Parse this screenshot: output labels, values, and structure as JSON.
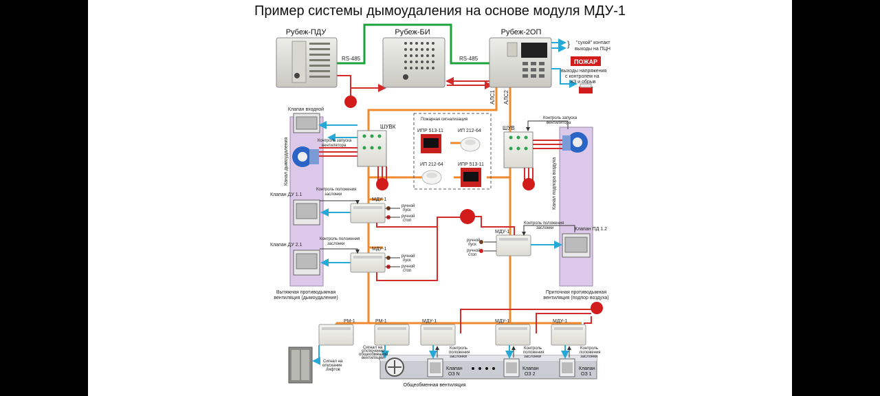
{
  "title": "Пример системы дымоудаления на основе модуля МДУ-1",
  "devices": {
    "pdu": "Рубеж-ПДУ",
    "bi": "Рубеж-БИ",
    "op": "Рубеж-2ОП",
    "rs485_left": "RS-485",
    "rs485_right": "RS-485",
    "als1": "АЛС1",
    "als2": "АЛС2",
    "dry_contact_1": "\"сухой\" контакт",
    "dry_contact_2": "выходы на ПЦН",
    "fire_badge": "ПОЖАР",
    "voltage_out_1": "выходы напряжения",
    "voltage_out_2": "с контролем на",
    "voltage_out_3": "КЗ и обрыв"
  },
  "left_column": {
    "valve_input": "Клапан входной",
    "channel": "Канал дымоудаления",
    "valve_du11": "Клапан ДУ 1.1",
    "valve_du21": "Клапан ДУ 2.1",
    "ventilation_1": "Вытяжная противодымная",
    "ventilation_2": "вентиляция (дымоудаление)"
  },
  "right_column": {
    "channel": "Канал подпора воздуха",
    "valve_pd12": "Клапан ПД 1.2",
    "ventilation_1": "Приточная противодымная",
    "ventilation_2": "вентиляция (подпор воздуха)"
  },
  "cabinets": {
    "shuvk": "ШУВК",
    "shuv": "ШУВ",
    "fan_start_1": "Контроль запуска",
    "fan_start_2": "вентилятора",
    "fan_start_r1": "Контроль запуска",
    "fan_start_r2": "вентилятора"
  },
  "alarm": {
    "title": "Пожарная сигнализация",
    "ipr1": "ИПР 513-11",
    "ip1": "ИП 212-64",
    "ip2": "ИП 212-64",
    "ipr2": "ИПР 513-11"
  },
  "modules": {
    "mdu_a": "МДУ-1",
    "mdu_b": "МДУ-1",
    "mdu_c": "МДУ-1",
    "pos_a1": "Контроль положения",
    "pos_a2": "заслонки",
    "pos_b1": "Контроль положения",
    "pos_b2": "заслонки",
    "pos_c1": "Контроль положения",
    "pos_c2": "заслонки",
    "manual_start_1": "ручной",
    "manual_start_2": "пуск",
    "manual_stop_1": "ручной",
    "manual_stop_2": "стоп"
  },
  "bottom": {
    "rm1": "РМ-1",
    "rm2": "РМ-1",
    "mdu1": "МДУ-1",
    "mdu2": "МДУ-1",
    "mdu3": "МДУ-1",
    "lift_1": "Сигнал на",
    "lift_2": "опускание",
    "lift_3": "лифтов",
    "general_off_1": "Сигнал на",
    "general_off_2": "отключение",
    "general_off_3": "общеобменной",
    "general_off_4": "вентиляции",
    "pos_1": "Контроль",
    "pos_2": "положения",
    "pos_3": "заслонки",
    "valve_ozn_1": "Клапан",
    "valve_ozn_2": "ОЗ N",
    "valve_oz2_1": "Клапан",
    "valve_oz2_2": "ОЗ 2",
    "valve_oz1_1": "Клапан",
    "valve_oz1_2": "ОЗ 1",
    "general_ventilation": "Общеобменная вентиляция"
  },
  "colors": {
    "rs485": "#1aa33a",
    "als_line": "#f08a2c",
    "power_line": "#d42a2a",
    "signal_line": "#27a9d8",
    "channel_fill": "#dcc8e8"
  }
}
